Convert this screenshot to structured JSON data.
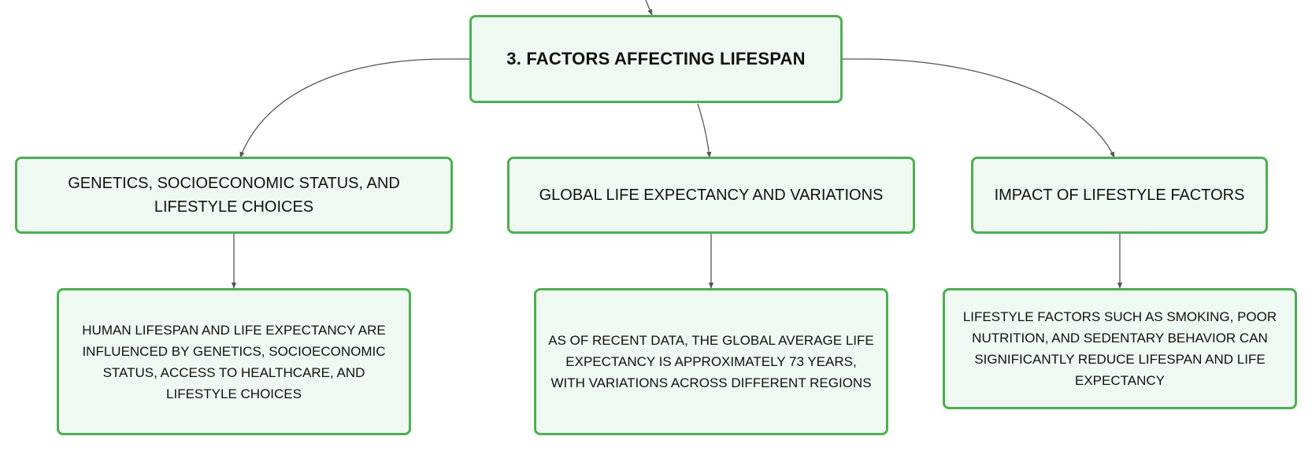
{
  "root": {
    "label": "3. FACTORS AFFECTING LIFESPAN"
  },
  "branches": [
    {
      "label": "GENETICS, SOCIOECONOMIC STATUS, AND LIFESTYLE CHOICES",
      "detail": "HUMAN LIFESPAN AND LIFE EXPECTANCY ARE INFLUENCED BY GENETICS, SOCIOECONOMIC STATUS, ACCESS TO HEALTHCARE, AND LIFESTYLE CHOICES"
    },
    {
      "label": "GLOBAL LIFE EXPECTANCY AND VARIATIONS",
      "detail": "AS OF RECENT DATA, THE GLOBAL AVERAGE LIFE EXPECTANCY IS APPROXIMATELY 73 YEARS, WITH VARIATIONS ACROSS DIFFERENT REGIONS"
    },
    {
      "label": "IMPACT OF LIFESTYLE FACTORS",
      "detail": "LIFESTYLE FACTORS SUCH AS SMOKING, POOR NUTRITION, AND SEDENTARY BEHAVIOR CAN SIGNIFICANTLY REDUCE LIFESPAN AND LIFE EXPECTANCY"
    }
  ],
  "colors": {
    "node_border": "#4caf50",
    "node_fill": "#f0f8f2",
    "connector": "#555555",
    "text": "#111111"
  }
}
